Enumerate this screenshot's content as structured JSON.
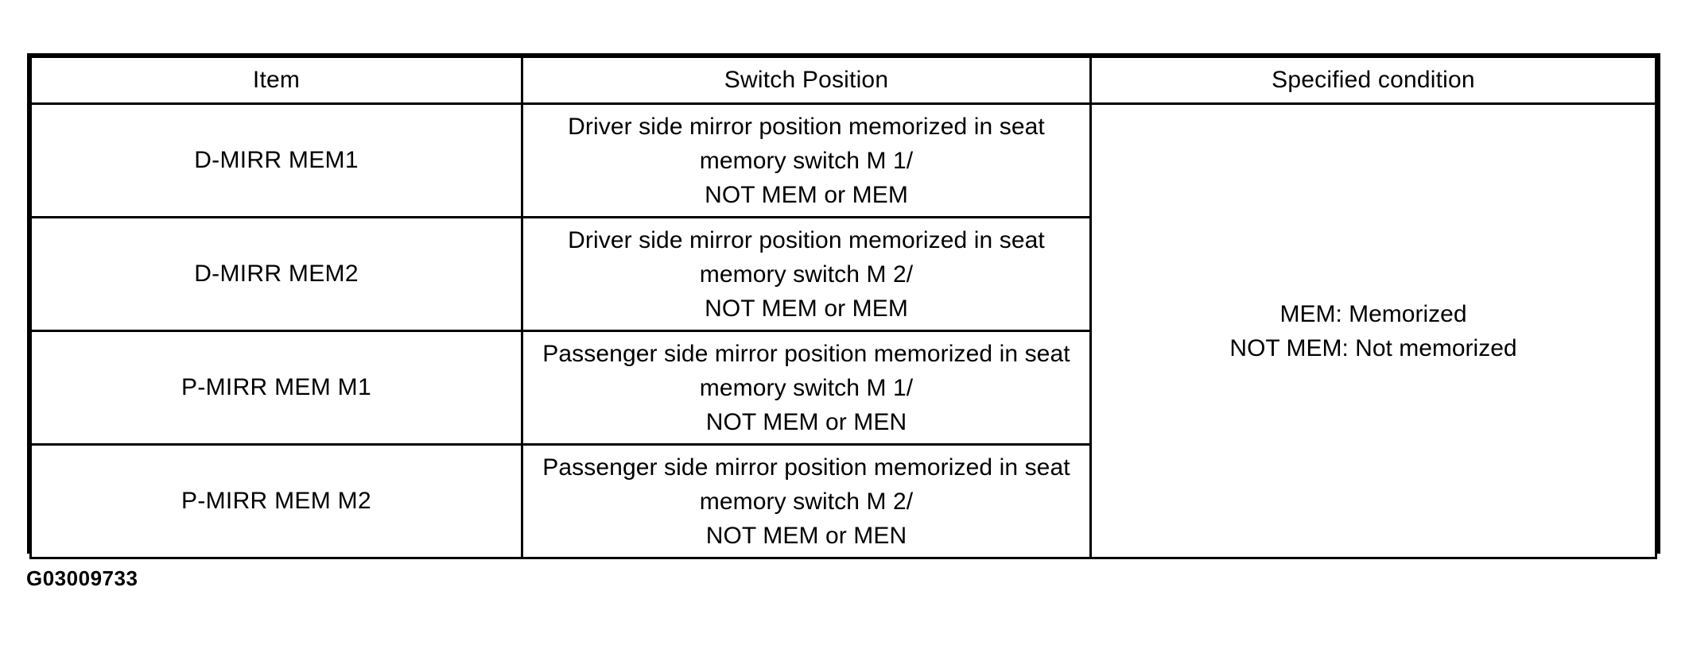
{
  "document": {
    "figure_id": "G03009733",
    "border_color": "#000000",
    "background_color": "#ffffff",
    "text_color": "#000000"
  },
  "table": {
    "headers": [
      {
        "label": "Item"
      },
      {
        "label": "Switch Position"
      },
      {
        "label": "Specified condition"
      }
    ],
    "rows": [
      {
        "item": "D-MIRR MEM1",
        "switch_position_lines": [
          "Driver side mirror position memorized in seat",
          "memory switch M 1/",
          "NOT MEM or MEM"
        ]
      },
      {
        "item": "D-MIRR MEM2",
        "switch_position_lines": [
          "Driver side mirror position memorized in seat",
          "memory switch M 2/",
          "NOT MEM or MEM"
        ]
      },
      {
        "item": "P-MIRR MEM M1",
        "switch_position_lines": [
          "Passenger side mirror position memorized in seat",
          "memory switch M 1/",
          "NOT MEM or MEN"
        ]
      },
      {
        "item": "P-MIRR MEM M2",
        "switch_position_lines": [
          "Passenger side mirror position memorized in seat",
          "memory switch M 2/",
          "NOT MEM or MEN"
        ]
      }
    ],
    "specified_condition_lines": [
      "MEM: Memorized",
      "NOT MEM: Not memorized"
    ]
  }
}
